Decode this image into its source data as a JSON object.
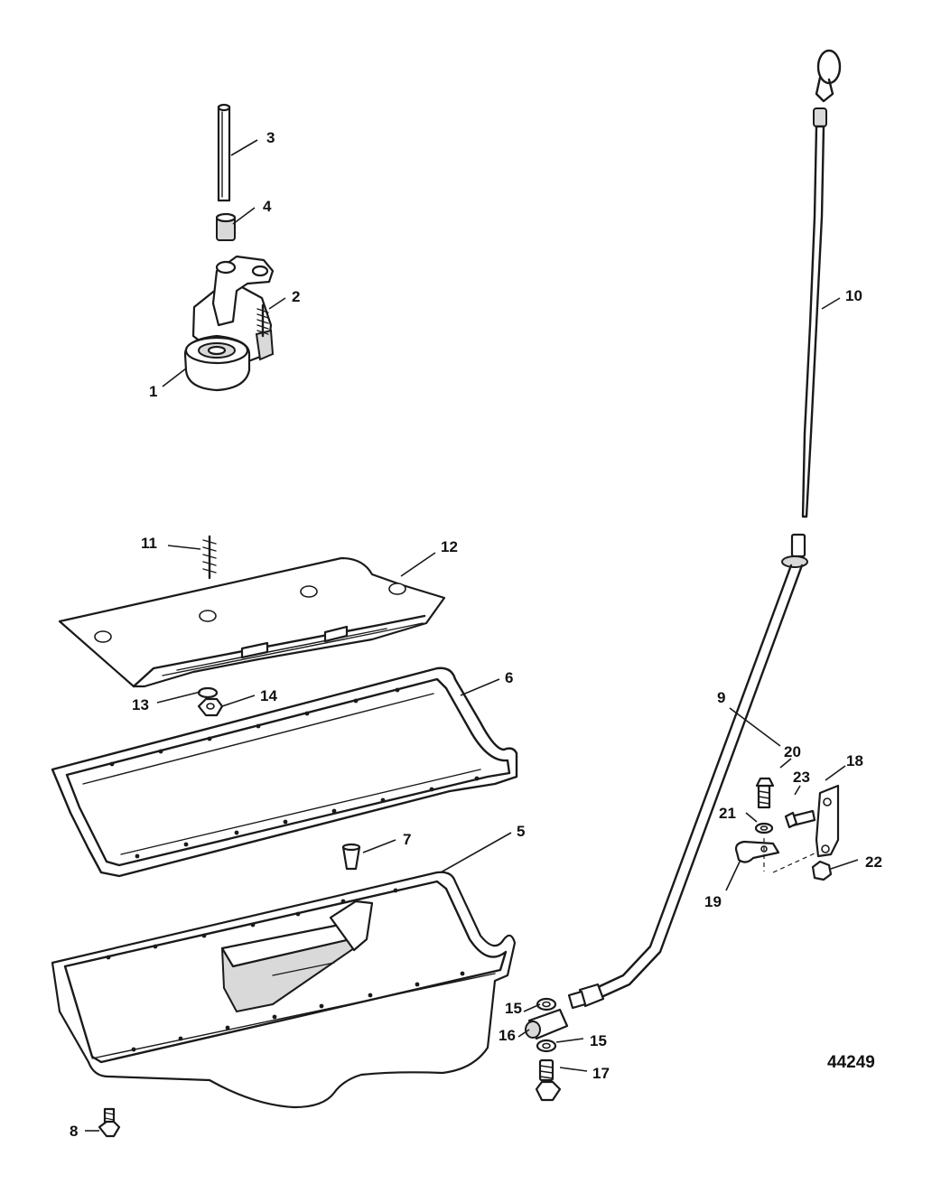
{
  "figure_number": "44249",
  "callouts": {
    "c1": "1",
    "c2": "2",
    "c3": "3",
    "c4": "4",
    "c5": "5",
    "c6": "6",
    "c7": "7",
    "c8": "8",
    "c9": "9",
    "c10": "10",
    "c11": "11",
    "c12": "12",
    "c13": "13",
    "c14": "14",
    "c15a": "15",
    "c15b": "15",
    "c16": "16",
    "c17": "17",
    "c18": "18",
    "c19": "19",
    "c20": "20",
    "c21": "21",
    "c22": "22",
    "c23": "23"
  }
}
